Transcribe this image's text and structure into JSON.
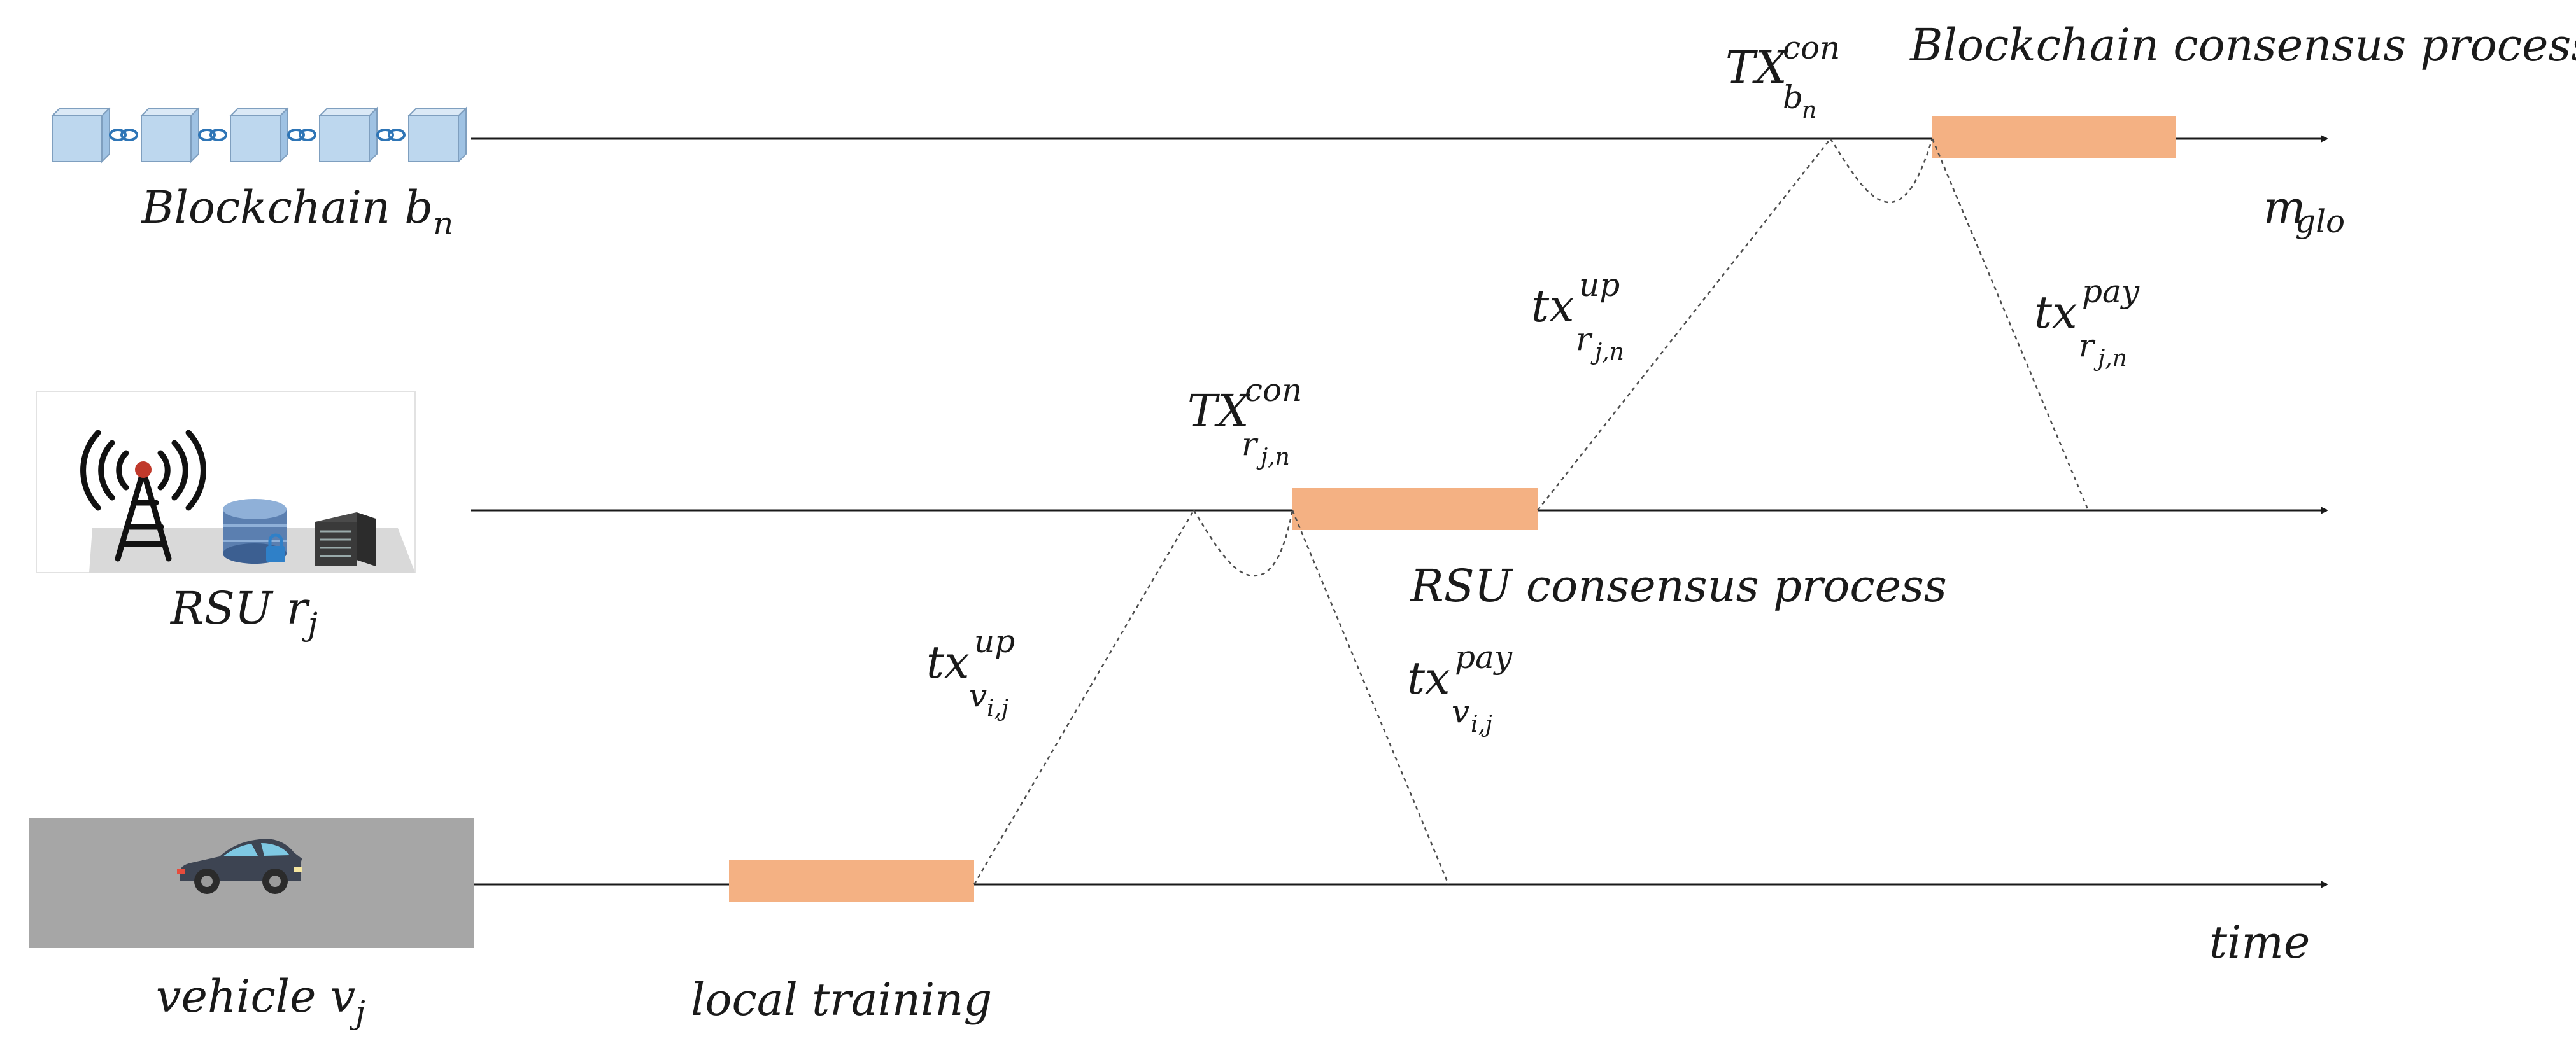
{
  "colors": {
    "process_bar": "#F4B183",
    "block_face": "#BDD7EE",
    "block_link": "#2E75B6",
    "vehicle_bg": "#A6A6A6",
    "line": "#1a1a1a",
    "dashed": "#4d4d4d"
  },
  "actors": {
    "blockchain": {
      "label": "Blockchain",
      "var": "b",
      "sub": "n",
      "icon": "blockchain-icon"
    },
    "rsu": {
      "label": "RSU",
      "var": "r",
      "sub": "j",
      "icon": "rsu-tower-icon"
    },
    "vehicle": {
      "label": "vehicle",
      "var": "v",
      "sub": "j",
      "icon": "car-icon"
    }
  },
  "processes": {
    "blockchain": "Blockchain consensus process",
    "rsu": "RSU consensus process",
    "local": "local training"
  },
  "transactions": {
    "tx_up_vehicle": {
      "base": "tx",
      "sup": "up",
      "sub": "v",
      "subsub": "i,j"
    },
    "tx_pay_vehicle": {
      "base": "tx",
      "sup": "pay",
      "sub": "v",
      "subsub": "i,j"
    },
    "TX_con_rsu": {
      "base": "TX",
      "sup": "con",
      "sub": "r",
      "subsub": "j,n"
    },
    "tx_up_rsu": {
      "base": "tx",
      "sup": "up",
      "sub": "r",
      "subsub": "j,n"
    },
    "tx_pay_rsu": {
      "base": "tx",
      "sup": "pay",
      "sub": "r",
      "subsub": "j,n"
    },
    "TX_con_bc": {
      "base": "TX",
      "sup": "con",
      "sub": "b",
      "subsub": "n"
    }
  },
  "global_model": {
    "base": "m",
    "sub": "glo"
  },
  "axis_label": "time"
}
